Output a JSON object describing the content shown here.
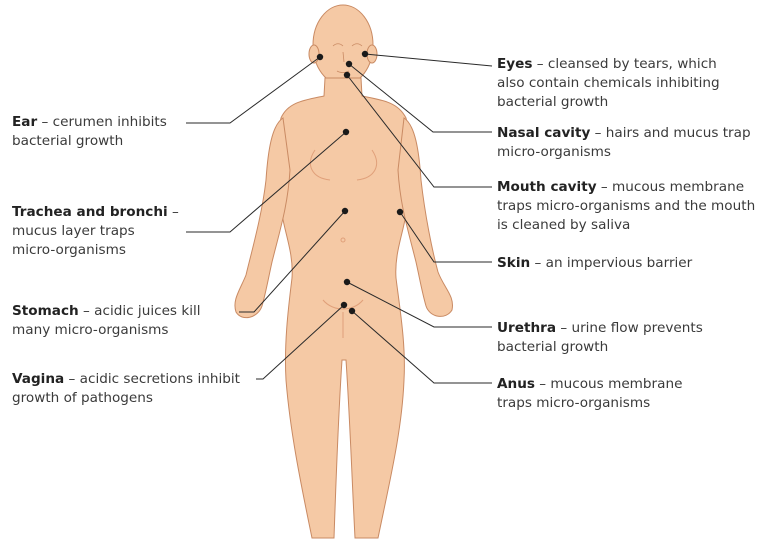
{
  "colors": {
    "skin": "#f5c9a5",
    "skin_shade": "#e7aa80",
    "outline": "#c98a63",
    "leader": "#2a2a2a",
    "text": "#3a3a3a"
  },
  "labels": {
    "eyes": {
      "term": "Eyes",
      "line1": " – cleansed by tears, which",
      "line2": "also contain chemicals inhibiting",
      "line3": "bacterial growth"
    },
    "nasal": {
      "term": "Nasal cavity",
      "line1": " – hairs and mucus trap",
      "line2": "micro-organisms"
    },
    "mouth": {
      "term": "Mouth cavity",
      "line1": " – mucous membrane",
      "line2": "traps micro-organisms and the mouth",
      "line3": "is cleaned by saliva"
    },
    "skin": {
      "term": "Skin",
      "line1": " – an impervious barrier"
    },
    "urethra": {
      "term": "Urethra",
      "line1": " – urine flow prevents",
      "line2": "bacterial growth"
    },
    "anus": {
      "term": "Anus",
      "line1": " – mucous membrane",
      "line2": "traps micro-organisms"
    },
    "ear": {
      "term": "Ear",
      "line1": " – cerumen inhibits",
      "line2": "bacterial growth"
    },
    "trachea": {
      "term": "Trachea and bronchi",
      "line1": " –",
      "line2": "mucus layer traps",
      "line3": "micro-organisms"
    },
    "stomach": {
      "term": "Stomach",
      "line1": " – acidic juices kill",
      "line2": "many micro-organisms"
    },
    "vagina": {
      "term": "Vagina",
      "line1": " – acidic secretions inhibit",
      "line2": "growth of pathogens"
    }
  }
}
